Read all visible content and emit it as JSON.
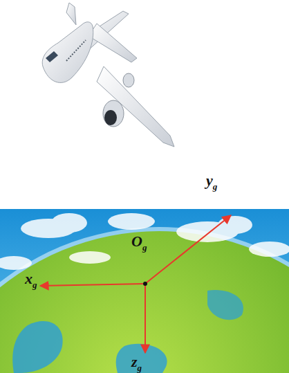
{
  "diagram": {
    "labels": [
      "yg",
      "Og",
      "xg",
      "zg"
    ]
  }
}
